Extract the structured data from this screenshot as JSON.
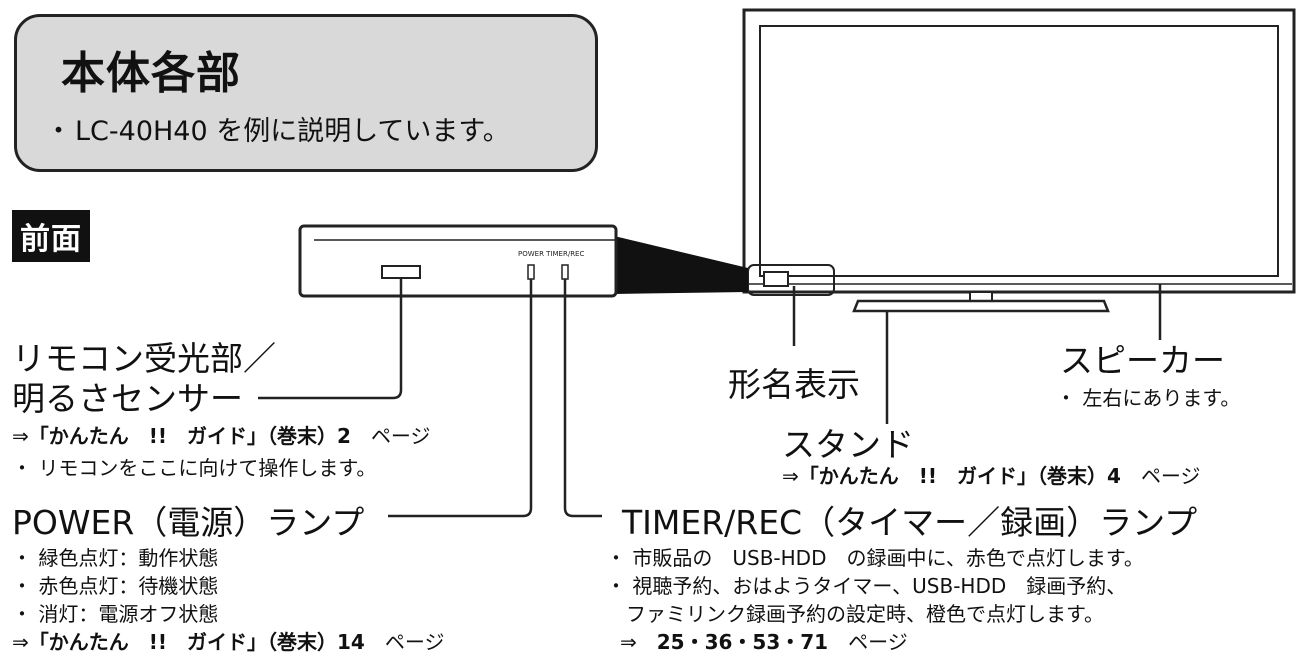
{
  "header": {
    "title": "本体各部",
    "bullet": "・",
    "subtitle": "LC-40H40 を例に説明しています。"
  },
  "section": {
    "label": "前面"
  },
  "panel": {
    "label": "POWER TIMER/REC"
  },
  "callouts": {
    "remote_sensor": {
      "title_line1": "リモコン受光部／",
      "title_line2": "明るさセンサー",
      "ref_arrow": "⇒",
      "ref_guide": "「かんたん　!!　ガイド」（巻末）2",
      "ref_suffix": "ページ",
      "notes": [
        "・ リモコンをここに向けて操作します。"
      ]
    },
    "model_label": {
      "title": "形名表示"
    },
    "speaker": {
      "title": "スピーカー",
      "notes": [
        "・ 左右にあります。"
      ]
    },
    "stand": {
      "title": "スタンド",
      "ref_arrow": "⇒",
      "ref_guide": "「かんたん　!!　ガイド」（巻末）4",
      "ref_suffix": "ページ"
    },
    "power_lamp": {
      "title": "POWER（電源）ランプ",
      "notes": [
        "・ 緑色点灯：動作状態",
        "・ 赤色点灯：待機状態",
        "・ 消灯：電源オフ状態"
      ],
      "ref_arrow": "⇒",
      "ref_guide": "「かんたん　!!　ガイド」（巻末）14",
      "ref_suffix": "ページ"
    },
    "timer_lamp": {
      "title": "TIMER/REC（タイマー／録画）ランプ",
      "notes": [
        "・ 市販品の　USB-HDD　の録画中に、赤色で点灯します。",
        "・ 視聴予約、おはようタイマー、USB-HDD　録画予約、",
        "　ファミリンク録画予約の設定時、橙色で点灯します。"
      ],
      "ref_arrow": "⇒",
      "ref_pages": "25・36・53・71",
      "ref_suffix": "ページ"
    }
  }
}
